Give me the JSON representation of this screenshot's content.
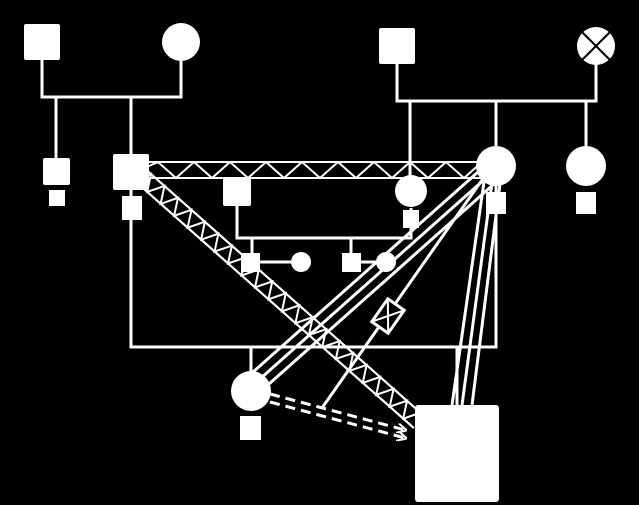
{
  "diagram": {
    "type": "genogram",
    "background": "#000000",
    "foreground": "#ffffff",
    "people": [
      {
        "id": "paternal-grandfather",
        "shape": "square"
      },
      {
        "id": "paternal-grandmother",
        "shape": "circle"
      },
      {
        "id": "maternal-grandfather",
        "shape": "square"
      },
      {
        "id": "maternal-grandmother",
        "shape": "circle",
        "deceased": true
      },
      {
        "id": "paternal-aunt-uncle",
        "shape": "square",
        "has_tag": true
      },
      {
        "id": "father",
        "shape": "square",
        "has_tag": true
      },
      {
        "id": "mother",
        "shape": "circle",
        "has_tag": true
      },
      {
        "id": "maternal-aunt",
        "shape": "circle",
        "has_tag": true
      },
      {
        "id": "second-partner-male",
        "shape": "square"
      },
      {
        "id": "second-partner-female",
        "shape": "circle",
        "has_tag": true
      },
      {
        "id": "half-sibling-male-1",
        "shape": "square"
      },
      {
        "id": "half-sibling-female-1",
        "shape": "circle"
      },
      {
        "id": "half-sibling-male-2",
        "shape": "square"
      },
      {
        "id": "half-sibling-female-2",
        "shape": "circle"
      },
      {
        "id": "daughter",
        "shape": "circle",
        "has_tag": true
      },
      {
        "id": "index-person",
        "shape": "square"
      }
    ],
    "relationships": [
      {
        "from": "father",
        "to": "mother",
        "kind": "conflict"
      },
      {
        "from": "father",
        "to": "index-person",
        "kind": "conflict"
      },
      {
        "from": "mother",
        "to": "daughter",
        "kind": "close"
      },
      {
        "from": "mother",
        "to": "index-person",
        "kind": "close"
      },
      {
        "from": "mother",
        "to": "half-sibling-male-2",
        "kind": "cut-off"
      },
      {
        "from": "daughter",
        "to": "index-person",
        "kind": "focused-on"
      }
    ]
  }
}
